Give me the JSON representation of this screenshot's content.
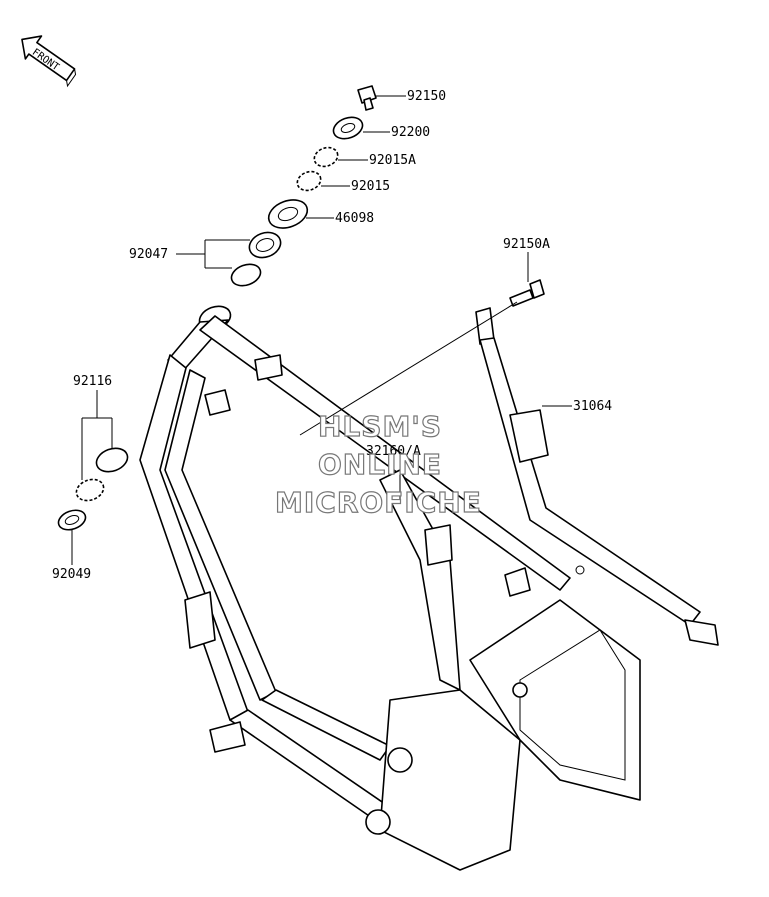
{
  "front_label": "FRONT",
  "watermark": {
    "line1": "HLSM'S",
    "line2": "ONLINE",
    "line3": "MICROFICHE"
  },
  "parts": {
    "p92150": "92150",
    "p92200": "92200",
    "p92015A": "92015A",
    "p92015": "92015",
    "p46098": "46098",
    "p92047": "92047",
    "p92150A": "92150A",
    "p31064": "31064",
    "p32160A": "32160/A",
    "p92116": "92116",
    "p92049": "92049"
  }
}
